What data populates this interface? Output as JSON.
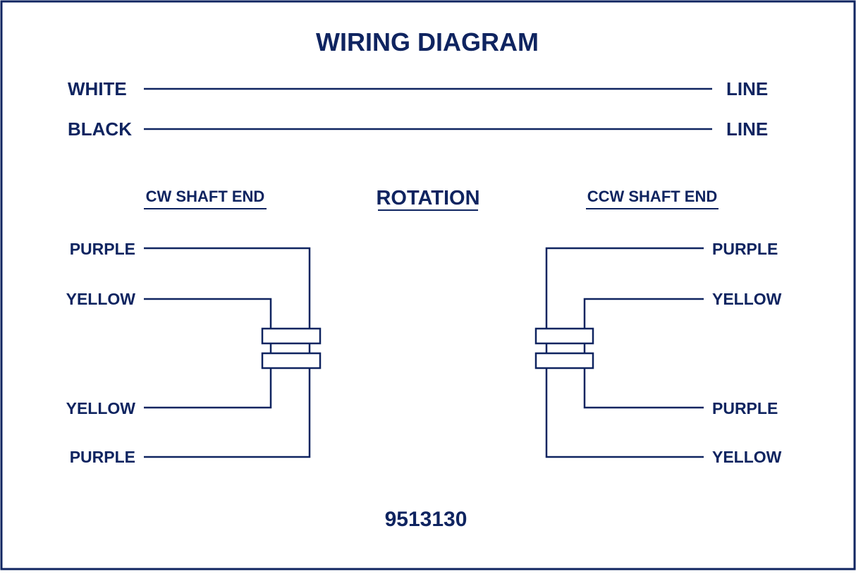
{
  "title": "WIRING DIAGRAM",
  "colors": {
    "ink": "#0f2460",
    "background": "#ffffff"
  },
  "line_leads": [
    {
      "wire": "WHITE",
      "terminal": "LINE"
    },
    {
      "wire": "BLACK",
      "terminal": "LINE"
    }
  ],
  "rotation": {
    "heading": "ROTATION",
    "cw": {
      "heading": "CW SHAFT END",
      "upper_leads": [
        "PURPLE",
        "YELLOW"
      ],
      "lower_leads": [
        "YELLOW",
        "PURPLE"
      ]
    },
    "ccw": {
      "heading": "CCW SHAFT END",
      "upper_leads": [
        "PURPLE",
        "YELLOW"
      ],
      "lower_leads": [
        "PURPLE",
        "YELLOW"
      ]
    }
  },
  "part_number": "9513130"
}
